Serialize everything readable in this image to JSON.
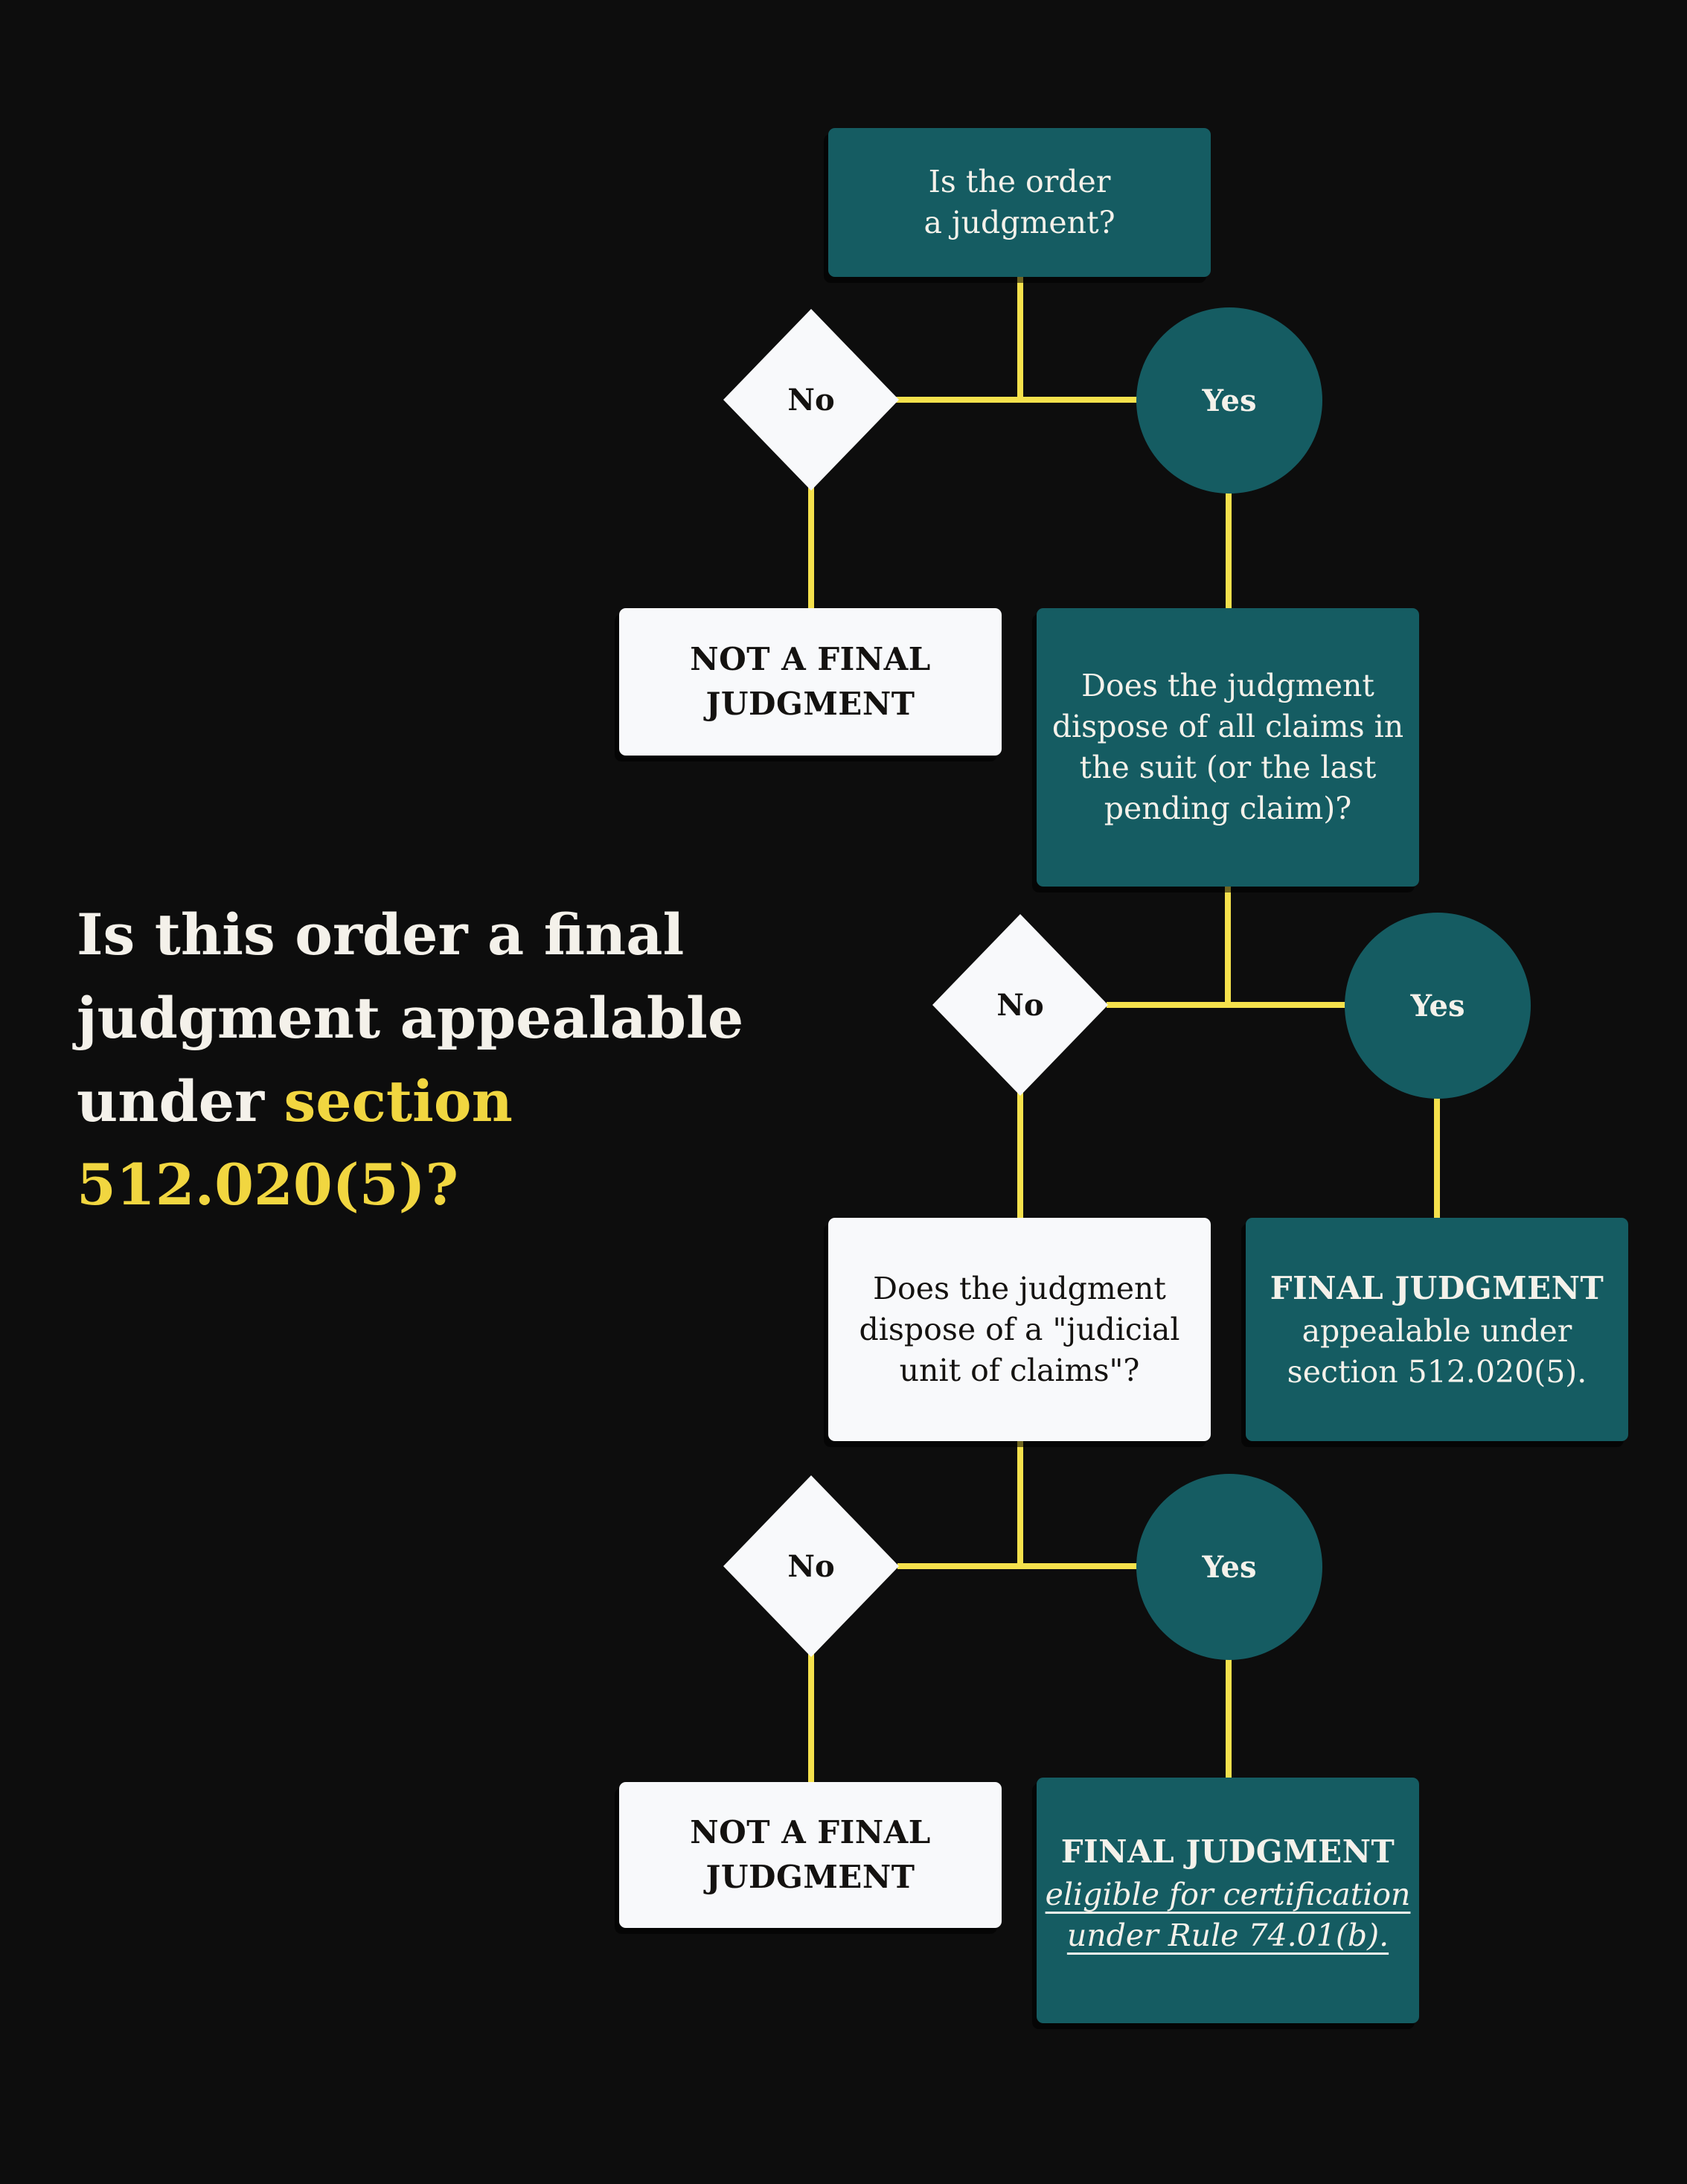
{
  "colors": {
    "background": "#0d0d0d",
    "teal": "#155c62",
    "connector_yellow": "#f5e14c",
    "title_highlight_yellow": "#f1d640",
    "box_white": "#f8f9fb"
  },
  "title": {
    "line1": "Is this order a final",
    "line2": "judgment appealable",
    "line3_prefix": "under ",
    "line3_highlight": "section 512.020(5)?"
  },
  "nodes": {
    "q1": {
      "lines": [
        "Is the order",
        "a judgment?"
      ]
    },
    "d1": {
      "no": "No",
      "yes": "Yes"
    },
    "r1": {
      "lines": [
        "NOT A FINAL",
        "JUDGMENT"
      ]
    },
    "q2": {
      "lines": [
        "Does the judgment",
        "dispose of all claims in",
        "the suit (or the last",
        "pending claim)?"
      ]
    },
    "d2": {
      "no": "No",
      "yes": "Yes"
    },
    "q3": {
      "lines": [
        "Does the judgment",
        "dispose of a \"judicial",
        "unit of claims\"?"
      ]
    },
    "r2": {
      "title": "FINAL JUDGMENT",
      "lines": [
        "appealable under",
        "section 512.020(5)."
      ]
    },
    "d3": {
      "no": "No",
      "yes": "Yes"
    },
    "r3": {
      "lines": [
        "NOT A FINAL",
        "JUDGMENT"
      ]
    },
    "r4": {
      "title": "FINAL JUDGMENT",
      "emphasis_lines": [
        "eligible for certification",
        "under Rule 74.01(b)."
      ]
    }
  }
}
